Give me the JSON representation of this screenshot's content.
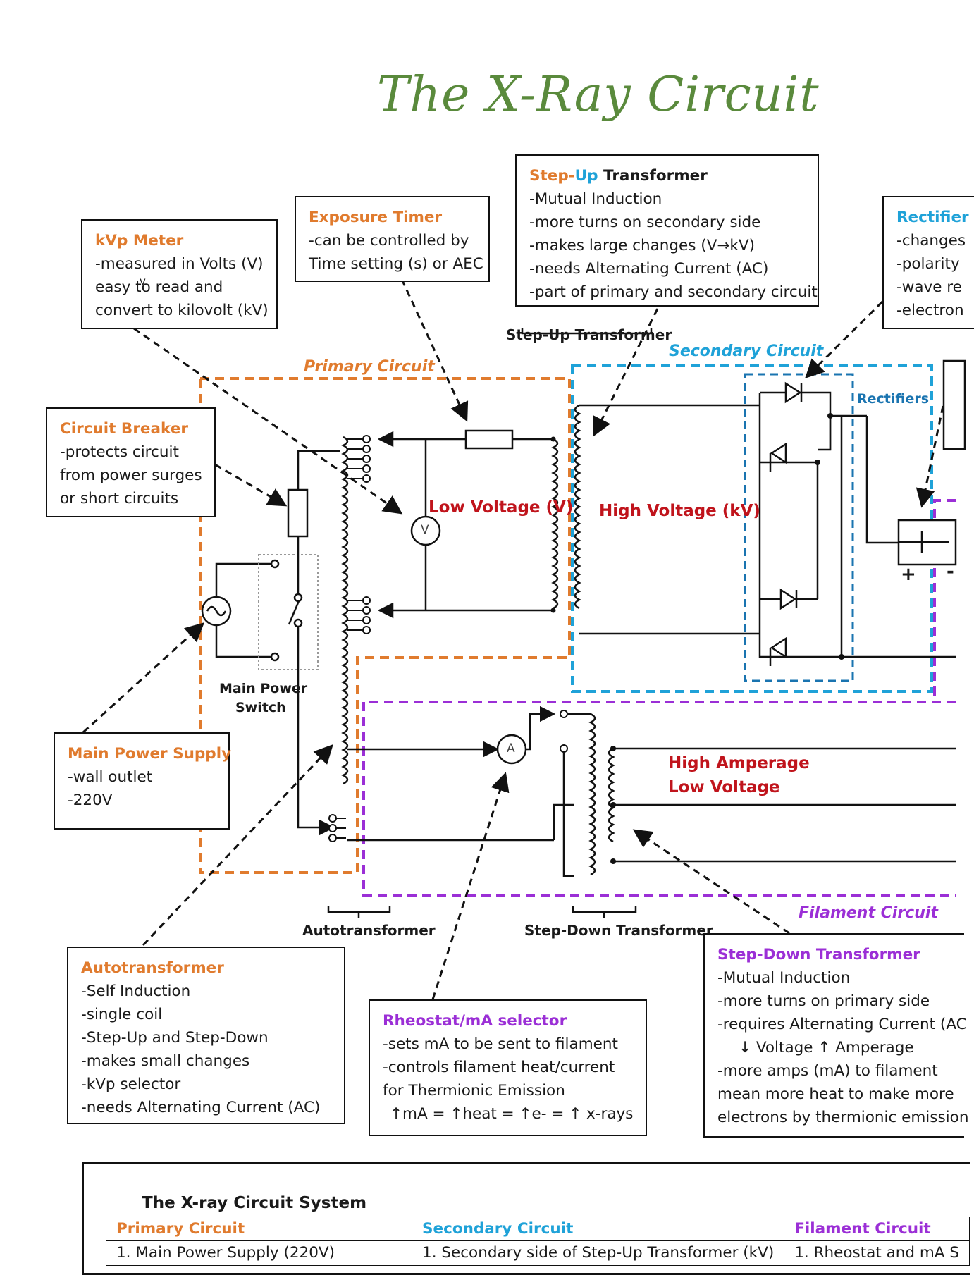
{
  "title": "The X-Ray Circuit",
  "sections": {
    "primary": "Primary Circuit",
    "secondary": "Secondary Circuit",
    "filament": "Filament Circuit"
  },
  "labels": {
    "step_up_top": "Step-Up Transformer",
    "rectifiers": "Rectifiers",
    "low_voltage": "Low Voltage (V)",
    "high_voltage": "High Voltage (kV)",
    "high_amperage": "High Amperage",
    "low_voltage_fil": "Low Voltage",
    "main_power_switch_1": "Main Power",
    "main_power_switch_2": "Switch",
    "autotransformer": "Autotransformer",
    "step_down": "Step-Down Transformer",
    "voltmeter": "V",
    "ammeter": "A",
    "plus": "+",
    "minus": "-"
  },
  "boxes": {
    "kvp": {
      "title": "kVp Meter",
      "lines": [
        "-measured in Volts (V)",
        "easy to read and",
        "convert to kilovolt (kV)"
      ],
      "stray": "v"
    },
    "timer": {
      "title": "Exposure Timer",
      "lines": [
        "-can be controlled by",
        "Time setting (s) or AEC"
      ]
    },
    "stepup": {
      "title_a": "Step",
      "title_b": "-",
      "title_c": "Up",
      "title_d": " Transformer",
      "lines": [
        "-Mutual Induction",
        "-more turns on secondary side",
        "-makes large changes (V→kV)",
        "-needs Alternating Current (AC)",
        "-part of primary and secondary circuit"
      ]
    },
    "rectifier": {
      "title": "Rectifier",
      "lines": [
        "-changes",
        "-polarity",
        "-wave re",
        "-electron"
      ]
    },
    "breaker": {
      "title": "Circuit Breaker",
      "lines": [
        "-protects circuit",
        "from power surges",
        "or short circuits"
      ]
    },
    "supply": {
      "title": "Main Power Supply",
      "lines": [
        "-wall outlet",
        "-220V"
      ]
    },
    "auto": {
      "title": "Autotransformer",
      "lines": [
        "-Self Induction",
        "-single coil",
        "-Step-Up and Step-Down",
        "-makes small changes",
        "-kVp selector",
        "-needs Alternating Current (AC)"
      ]
    },
    "rheostat": {
      "title": "Rheostat/mA selector",
      "lines": [
        "-sets mA to be sent to filament",
        "-controls filament heat/current",
        "for Thermionic Emission",
        "↑mA = ↑heat = ↑e- = ↑ x-rays"
      ]
    },
    "stepdown": {
      "title": "Step-Down Transformer",
      "lines": [
        "-Mutual Induction",
        "-more turns on primary side",
        "-requires Alternating Current (AC",
        "↓ Voltage ↑ Amperage",
        "-more amps (mA) to filament",
        "mean more heat to make more",
        "electrons by thermionic emission"
      ]
    }
  },
  "system": {
    "title": "The X-ray Circuit System",
    "columns": [
      {
        "header": "Primary Circuit",
        "item": "1. Main Power Supply (220V)"
      },
      {
        "header": "Secondary Circuit",
        "item": "1. Secondary side of Step-Up Transformer (kV)"
      },
      {
        "header": "Filament Circuit",
        "item": "1. Rheostat and mA S"
      }
    ]
  },
  "colors": {
    "title": "#5a8a3c",
    "primary": "#e07b2e",
    "secondary": "#1fa2d8",
    "rectifier": "#1a74b0",
    "filament": "#9b2fd6",
    "voltage_red": "#c0141c"
  }
}
